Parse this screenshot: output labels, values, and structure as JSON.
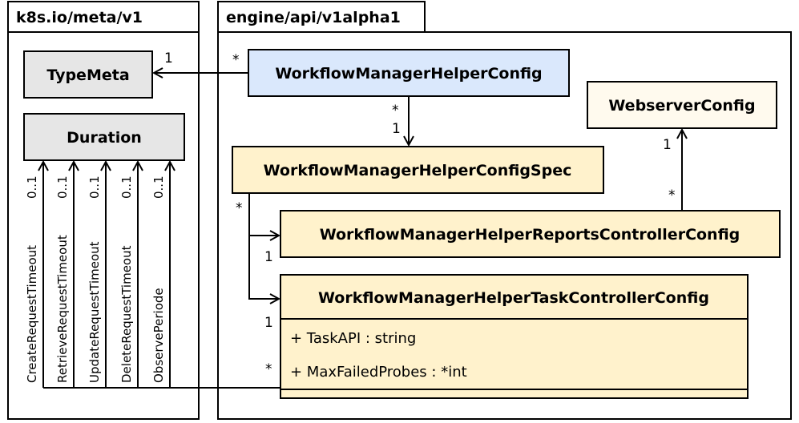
{
  "packages": {
    "meta": {
      "name": "k8s.io/meta/v1"
    },
    "api": {
      "name": "engine/api/v1alpha1"
    }
  },
  "classes": {
    "typemeta": {
      "name": "TypeMeta"
    },
    "duration": {
      "name": "Duration"
    },
    "helper_config": {
      "name": "WorkflowManagerHelperConfig"
    },
    "webserver_config": {
      "name": "WebserverConfig"
    },
    "helper_spec": {
      "name": "WorkflowManagerHelperConfigSpec"
    },
    "reports_config": {
      "name": "WorkflowManagerHelperReportsControllerConfig"
    },
    "task_config": {
      "name": "WorkflowManagerHelperTaskControllerConfig",
      "attributes": [
        "+ TaskAPI : string",
        "+ MaxFailedProbes : *int"
      ]
    }
  },
  "associations": {
    "config_typemeta": {
      "source_mult": "*",
      "target_mult": "1"
    },
    "config_spec": {
      "source_mult": "*",
      "target_mult": "1"
    },
    "spec_reports": {
      "source_mult": "*",
      "target_mult": "1"
    },
    "spec_task": {
      "target_mult": "1"
    },
    "reports_webserver": {
      "source_mult": "*",
      "target_mult": "1"
    },
    "task_durations": {
      "source_mult": "*",
      "roles": [
        {
          "label": "CreateRequestTimeout",
          "mult": "0..1"
        },
        {
          "label": "RetrieveRequestTimeout",
          "mult": "0..1"
        },
        {
          "label": "UpdateRequestTimeout",
          "mult": "0..1"
        },
        {
          "label": "DeleteRequestTimeout",
          "mult": "0..1"
        },
        {
          "label": "ObservePeriode",
          "mult": "0..1"
        }
      ]
    }
  },
  "colors": {
    "meta_class": "#e6e6e6",
    "main_class": "#dae8fc",
    "spec_class": "#fff2cc",
    "light_class": "#fffaee",
    "line": "#000000"
  }
}
